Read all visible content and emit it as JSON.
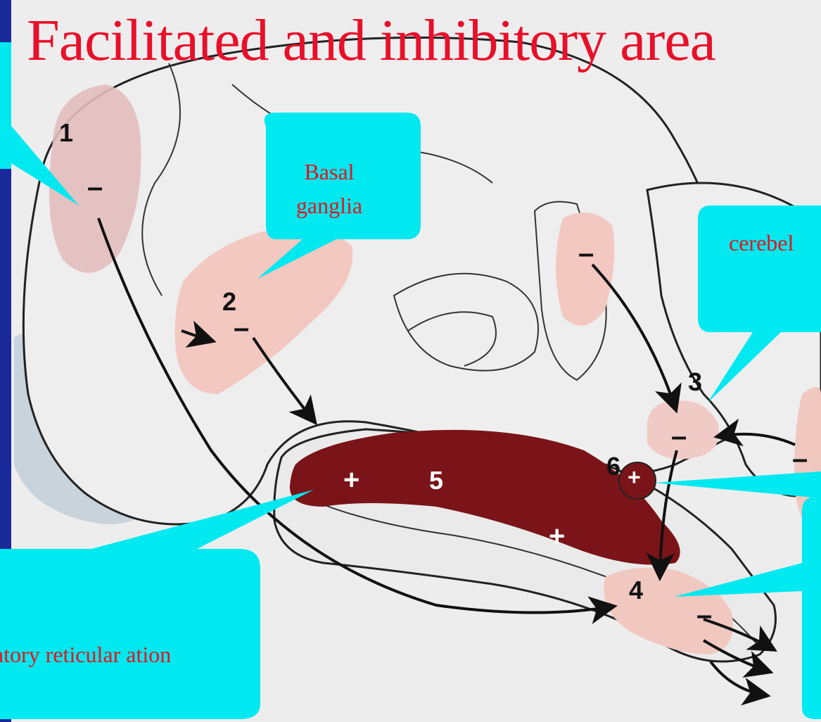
{
  "title": "Facilitated and inhibitory area",
  "callouts": {
    "basal_ganglia": "Basal ganglia",
    "cerebellum": "cerebel",
    "reticular": "tatory reticular ation"
  },
  "regions": [
    {
      "number": "1",
      "sign": "–"
    },
    {
      "number": "2",
      "sign": "–"
    },
    {
      "number": "3",
      "sign": "–"
    },
    {
      "number": "4",
      "sign": "–"
    },
    {
      "number": "5",
      "sign": "+"
    },
    {
      "number": "6",
      "sign": "+"
    }
  ],
  "extra_signs": {
    "cerebellar_cortex": "–",
    "facilitatory_lower": "+",
    "right_edge": "–"
  },
  "colors": {
    "background": "#1b2a9a",
    "callout_fill": "#00e8f0",
    "callout_text": "#e4141c",
    "title": "#e8102a",
    "inhibitory_area": "#e9c4c0",
    "facilitatory_area": "#7a1418"
  }
}
